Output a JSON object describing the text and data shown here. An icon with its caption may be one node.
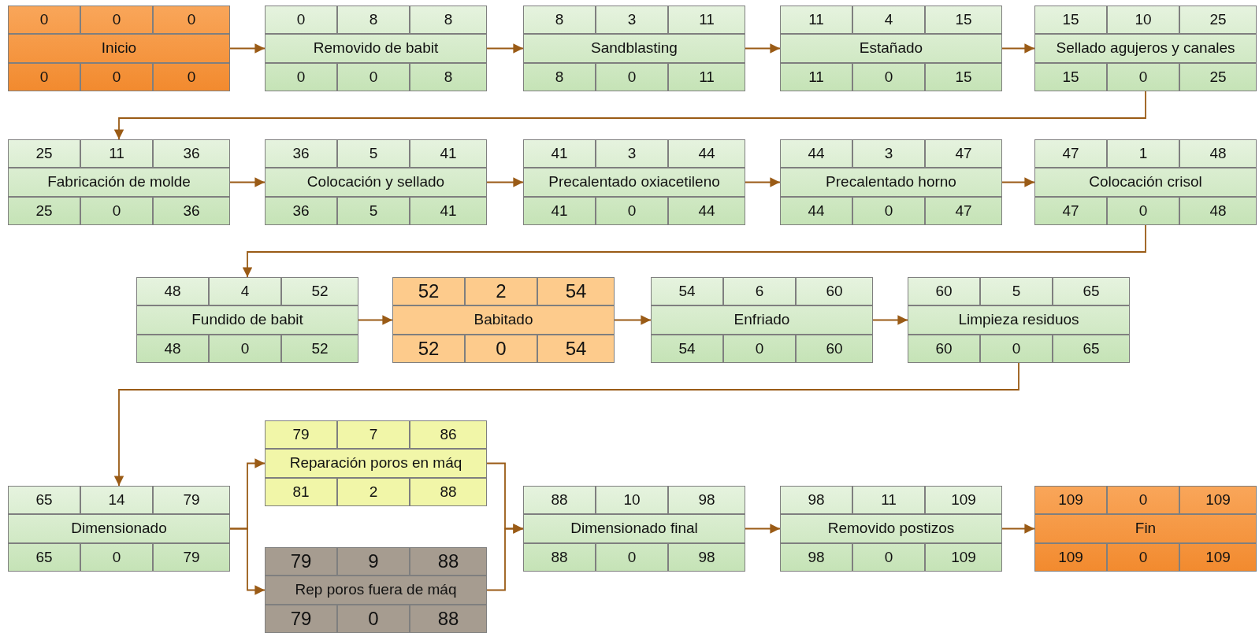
{
  "diagram": {
    "nodes": [
      {
        "text": [
          "0",
          "0",
          "0",
          "Inicio",
          "0",
          "0",
          "0"
        ]
      },
      {
        "text": [
          "0",
          "8",
          "8",
          "Removido de babit",
          "0",
          "0",
          "8"
        ]
      },
      {
        "text": [
          "8",
          "3",
          "11",
          "Sandblasting",
          "8",
          "0",
          "11"
        ]
      },
      {
        "text": [
          "11",
          "4",
          "15",
          "Estañado",
          "11",
          "0",
          "15"
        ]
      },
      {
        "text": [
          "15",
          "10",
          "25",
          "Sellado agujeros y canales",
          "15",
          "0",
          "25"
        ]
      },
      {
        "text": [
          "25",
          "11",
          "36",
          "Fabricación de molde",
          "25",
          "0",
          "36"
        ]
      },
      {
        "text": [
          "36",
          "5",
          "41",
          "Colocación y sellado",
          "36",
          "5",
          "41"
        ]
      },
      {
        "text": [
          "41",
          "3",
          "44",
          "Precalentado oxiacetileno",
          "41",
          "0",
          "44"
        ]
      },
      {
        "text": [
          "44",
          "3",
          "47",
          "Precalentado horno",
          "44",
          "0",
          "47"
        ]
      },
      {
        "text": [
          "47",
          "1",
          "48",
          "Colocación crisol",
          "47",
          "0",
          "48"
        ]
      },
      {
        "text": [
          "48",
          "4",
          "52",
          "Fundido de babit",
          "48",
          "0",
          "52"
        ]
      },
      {
        "text": [
          "52",
          "2",
          "54",
          "Babitado",
          "52",
          "0",
          "54"
        ]
      },
      {
        "text": [
          "54",
          "6",
          "60",
          "Enfriado",
          "54",
          "0",
          "60"
        ]
      },
      {
        "text": [
          "60",
          "5",
          "65",
          "Limpieza residuos",
          "60",
          "0",
          "65"
        ]
      },
      {
        "text": [
          "65",
          "14",
          "79",
          "Dimensionado",
          "65",
          "0",
          "79"
        ]
      },
      {
        "text": [
          "79",
          "7",
          "86",
          "Reparación poros en máq",
          "81",
          "2",
          "88"
        ]
      },
      {
        "text": [
          "79",
          "9",
          "88",
          "Rep poros fuera de máq",
          "79",
          "0",
          "88"
        ]
      },
      {
        "text": [
          "88",
          "10",
          "98",
          "Dimensionado final",
          "88",
          "0",
          "98"
        ]
      },
      {
        "text": [
          "98",
          "11",
          "109",
          "Removido postizos",
          "98",
          "0",
          "109"
        ]
      },
      {
        "text": [
          "109",
          "0",
          "109",
          "Fin",
          "109",
          "0",
          "109"
        ]
      }
    ],
    "edges": [
      {
        "from": 0,
        "to": 1,
        "arrow": "to"
      },
      {
        "from": 1,
        "to": 2,
        "arrow": "to"
      },
      {
        "from": 2,
        "to": 3,
        "arrow": "to"
      },
      {
        "from": 3,
        "to": 4,
        "arrow": "to"
      },
      {
        "from": 4,
        "to": 5,
        "arrow": "to"
      },
      {
        "from": 5,
        "to": 6,
        "arrow": "to"
      },
      {
        "from": 6,
        "to": 7,
        "arrow": "to"
      },
      {
        "from": 7,
        "to": 8,
        "arrow": "to"
      },
      {
        "from": 8,
        "to": 9,
        "arrow": "to"
      },
      {
        "from": 9,
        "to": 10,
        "arrow": "to"
      },
      {
        "from": 10,
        "to": 11,
        "arrow": "to"
      },
      {
        "from": 11,
        "to": 12,
        "arrow": "to"
      },
      {
        "from": 12,
        "to": 13,
        "arrow": "to"
      },
      {
        "from": 13,
        "to": 14,
        "arrow": "to"
      },
      {
        "from": 14,
        "to": 15,
        "arrow": "to"
      },
      {
        "from": 14,
        "to": 16,
        "arrow": "to"
      },
      {
        "from": 15,
        "to": 17,
        "arrow": "to"
      },
      {
        "from": 16,
        "to": 17,
        "arrow": "to"
      },
      {
        "from": 17,
        "to": 18,
        "arrow": "to"
      },
      {
        "from": 18,
        "to": 19,
        "arrow": "to"
      }
    ]
  }
}
